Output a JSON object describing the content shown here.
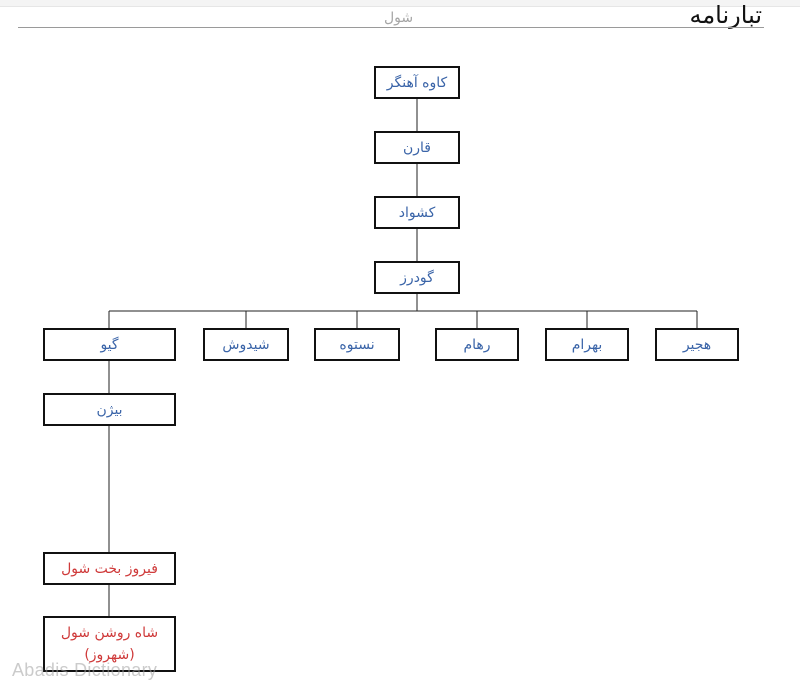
{
  "header": {
    "title": "تبارنامه",
    "subtitle": "شول"
  },
  "tree": {
    "kaveh": "کاوه آهنگر",
    "qaren": "قارن",
    "keshvad": "کشواد",
    "goodarz": "گودرز",
    "children": [
      "هجیر",
      "بهرام",
      "رهام",
      "نستوه",
      "شیدوش",
      "گیو"
    ],
    "bizhan": "بیژن",
    "firouz": "فیروز بخت شول",
    "shahrooshan": "شاه روشن شول (شهروز)"
  },
  "colors": {
    "normal_text": "#3a64a8",
    "highlight_text": "#cf3a3a",
    "border": "#111111"
  },
  "watermark": "Abadis Dictionary"
}
